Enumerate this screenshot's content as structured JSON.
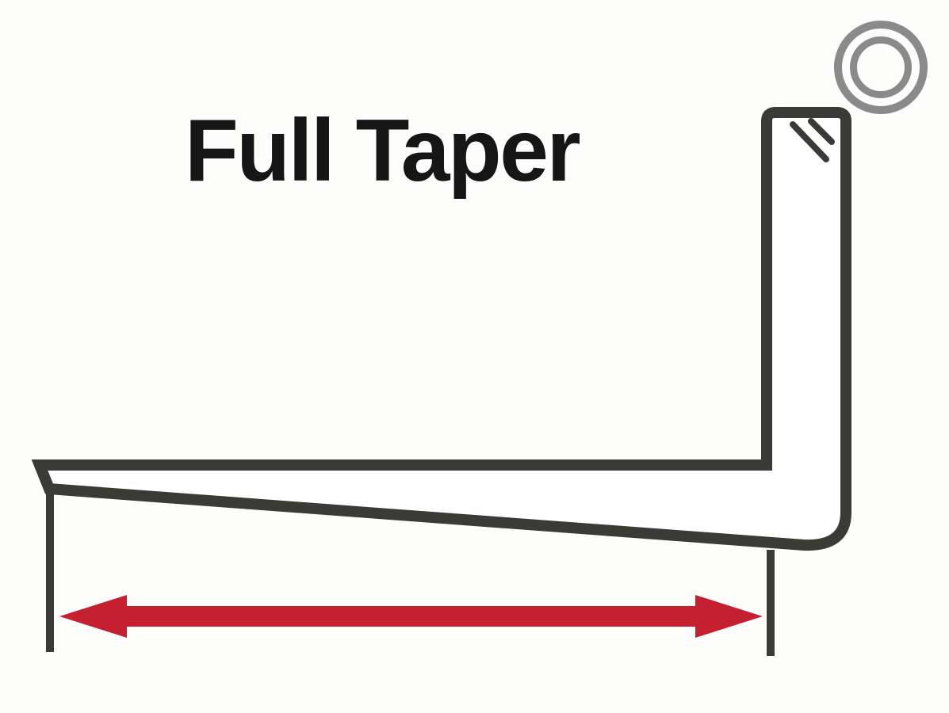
{
  "title": "Full Taper",
  "colors": {
    "outline": "#3a3a37",
    "arrow": "#c4202f",
    "ring": "#8a8a8a",
    "text": "#161616",
    "background": "#fdfdfc"
  },
  "icons": {
    "target_rings": "double-circle",
    "break_marks": "double-slash"
  }
}
